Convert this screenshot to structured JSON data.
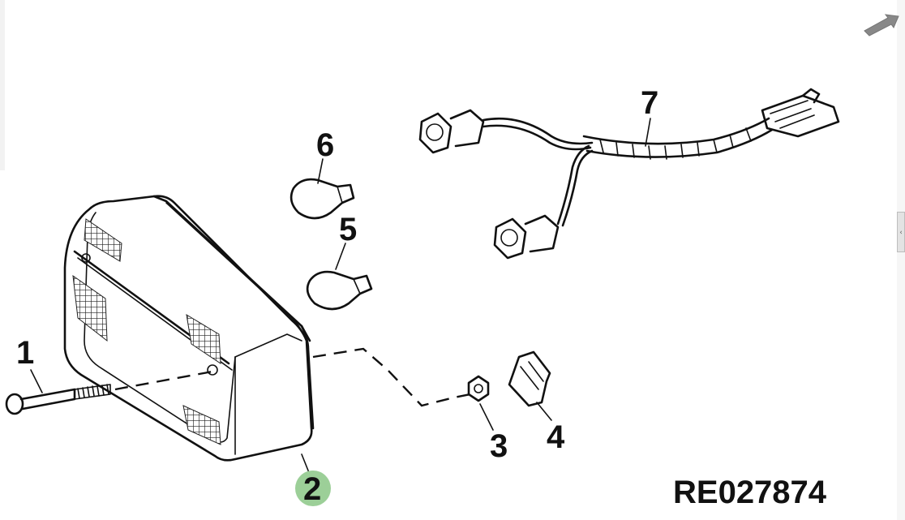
{
  "diagram": {
    "figure_ref": "RE027874",
    "highlight_color": "#9ccf98",
    "parts": [
      {
        "id": "1",
        "label": "1"
      },
      {
        "id": "2",
        "label": "2"
      },
      {
        "id": "3",
        "label": "3"
      },
      {
        "id": "4",
        "label": "4"
      },
      {
        "id": "5",
        "label": "5"
      },
      {
        "id": "6",
        "label": "6"
      },
      {
        "id": "7",
        "label": "7"
      }
    ]
  },
  "ui": {
    "collapse_handle_glyph": "‹",
    "corner_icon": "arrow-icon"
  }
}
